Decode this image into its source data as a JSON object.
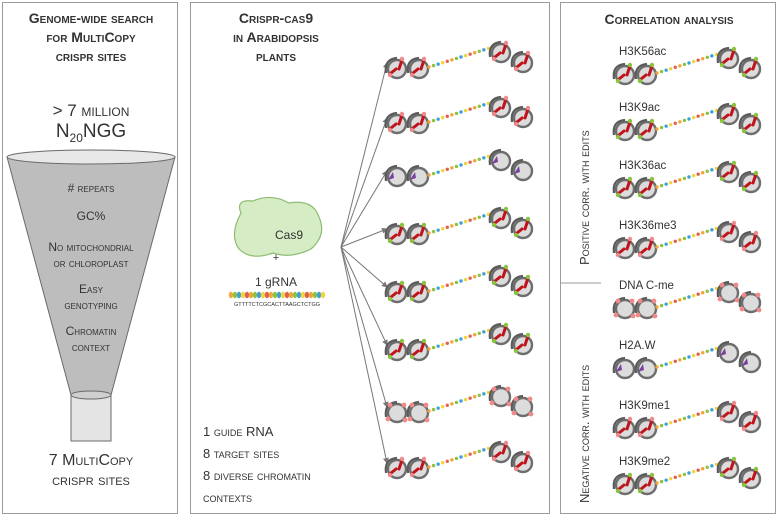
{
  "panel1": {
    "title_line1": "Genome-wide search",
    "title_line2": "for MultiCopy",
    "title_line3": "crispr sites",
    "count_line1": "> 7 million",
    "count_prefix": "N",
    "count_sub": "20",
    "count_suffix": "NGG",
    "filters": [
      "# repeats",
      "GC%",
      "No mitochondrial",
      "or chloroplast",
      "Easy",
      "genotyping",
      "Chromatin",
      "context"
    ],
    "result_line1": "7 MultiCopy",
    "result_line2": "crispr sites"
  },
  "panel2": {
    "title_line1": "Crispr-cas9",
    "title_line2": "in Arabidopsis",
    "title_line3": "plants",
    "cas9": "Cas9",
    "plus": "+",
    "grna": "1 gRNA",
    "sequence": "GTTTTCTCGCACTTAAGCTCTGG",
    "summary": [
      "1 guide RNA",
      "8 target sites",
      "8 diverse chromatin",
      "contexts"
    ]
  },
  "panel3": {
    "title": "Correlation analysis",
    "positive_label": "Positive corr. with edits",
    "negative_label": "Negative corr. with edits",
    "marks": [
      "H3K56ac",
      "H3K9ac",
      "H3K36ac",
      "H3K36me3",
      "DNA C-me",
      "H2A.W",
      "H3K9me1",
      "H3K9me2"
    ]
  },
  "colors": {
    "positive_mark": "#c0141c",
    "ac_tip": "#8ac43f",
    "h2aw": "#7a3fa0",
    "methyl": "#f08a8a",
    "nucleosome_fill": "#dcdcdc",
    "nucleosome_stroke": "#6d6d6d",
    "cas9_fill": "#d5ecc4",
    "cas9_stroke": "#8cbc72"
  }
}
